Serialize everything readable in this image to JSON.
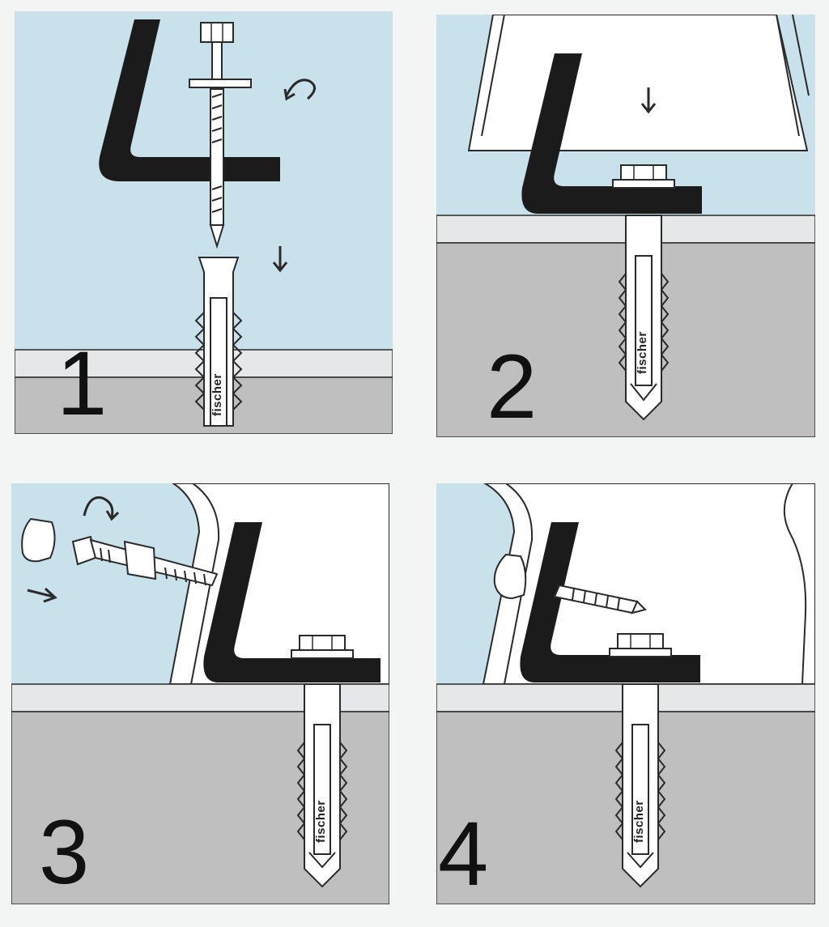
{
  "colors": {
    "sky": "#c8e1ea",
    "board": "#e6e7e8",
    "wall": "#bfbfbf",
    "steel": "#1b1b1b",
    "outline": "#2a2a2a",
    "white": "#ffffff"
  },
  "steps": [
    {
      "number": "1",
      "brand": "fischer",
      "icons": [
        "bracket-icon",
        "hex-bolt-icon",
        "washer-icon",
        "wall-plug-icon",
        "rotate-arrow-icon",
        "down-arrow-icon"
      ]
    },
    {
      "number": "2",
      "brand": "fischer",
      "icons": [
        "bracket-icon",
        "hex-head-icon",
        "wall-plug-icon",
        "door-frame-icon",
        "down-arrow-icon"
      ]
    },
    {
      "number": "3",
      "brand": "fischer",
      "icons": [
        "bracket-icon",
        "screw-icon",
        "bumper-cap-icon",
        "rotate-arrow-icon",
        "right-arrow-icon",
        "hex-head-icon",
        "wall-plug-icon"
      ]
    },
    {
      "number": "4",
      "brand": "fischer",
      "icons": [
        "bracket-icon",
        "screw-icon",
        "bumper-cap-icon",
        "hex-head-icon",
        "wall-plug-icon"
      ]
    }
  ]
}
